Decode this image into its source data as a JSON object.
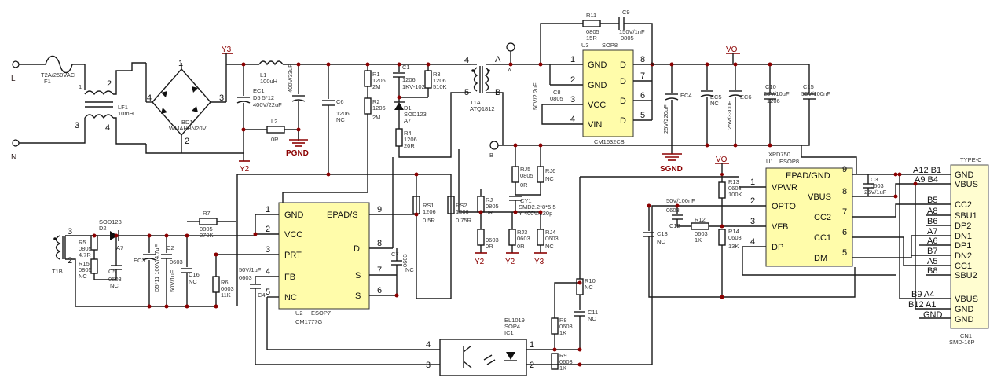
{
  "nets": {
    "L": "L",
    "N": "N",
    "Y3": "Y3",
    "Y2": "Y2",
    "VO": "VO",
    "PGND": "PGND",
    "SGND": "SGND",
    "A": "A",
    "B": "B"
  },
  "input": {
    "f1_value": "T2A/250VAC",
    "f1_ref": "F1",
    "lf1_ref": "LF1",
    "lf1_value": "10mH",
    "bd1_ref": "BD1",
    "bd1_value": "WMAHBN20V",
    "bd1_pin1": "1",
    "bd1_pin2": "2",
    "bd1_pin3": "3",
    "bd1_pin4": "4",
    "lf_pin1": "1",
    "lf_pin2": "2",
    "lf_pin3": "3",
    "lf_pin4": "4"
  },
  "components": {
    "l1_ref": "L1",
    "l1_value": "100uH",
    "ec1_ref": "EC1",
    "ec1_value": "400V/22uF",
    "d5": "D5 5*12",
    "l2": "L2",
    "l2_value": "0R",
    "ec2": "400V/33uF",
    "c6_ref": "C6",
    "c6_pkg": "1206",
    "c6_value": "NC",
    "r1_ref": "R1",
    "r1_pkg": "1206",
    "r1_value": "2M",
    "r2_ref": "R2",
    "r2_pkg": "1206",
    "r2_value": "2M",
    "c1_ref": "C1",
    "c1_pkg": "1206",
    "c1_value": "1KV-102",
    "r3_ref": "R3",
    "r3_pkg": "1206",
    "r3_value": "510K",
    "d1_ref": "D1",
    "d1_pkg": "SOD123",
    "d1_value": "A7",
    "r4_ref": "R4",
    "r4_pkg": "1206",
    "r4_value": "20R",
    "t1_ref": "T1A",
    "t1_value": "ATQ1812",
    "t1_pin4": "4",
    "t1_pin5": "5",
    "r11_ref": "R11",
    "r11_pkg": "0805",
    "r11_value": "15R",
    "c9_ref": "C9",
    "c9_value": "150V/1nF",
    "c9_pkg": "0805",
    "c8_value": "50V/2.2uF",
    "c8_ref": "C8",
    "c8_pkg": "0805",
    "ec4_value": "25V/220uF",
    "ec4_ref": "EC4",
    "ec5_ref": "EC5",
    "ec5_value": "NC",
    "ec6_value": "25V/330uF",
    "ec6_ref": "EC6",
    "c10_value": "25V/10uF",
    "c10_ref": "C10",
    "c10_pkg": "1206",
    "c15_value": "50V/100nF",
    "c15_ref": "C15",
    "rj5_ref": "RJ5",
    "rj5_pkg": "0805",
    "rj5_value": "0R",
    "rj6_ref": "RJ6",
    "rj6_value": "NC",
    "cy1_ref": "CY1",
    "cy1_value": "SMD2.2*8*5.5",
    "cy1_rating": "Y 400V/220p",
    "rj_ref": "RJ",
    "rj_pkg": "0805",
    "rj_value": "0R",
    "rj3_ref": "RJ3",
    "rj3_pkg": "0603",
    "rj3_value": "0R",
    "rj4_ref": "RJ4",
    "rj4_pkg": "0603",
    "rj4_value": "NC",
    "rs1_ref": "RS1",
    "rs1_pkg": "1206",
    "rs1_value": "0.5R",
    "rs2_ref": "RS2",
    "rs2_pkg": "1206",
    "rs2_value": "0.75R",
    "r7_ref": "R7",
    "r7_pkg": "0805",
    "r7_value": "270K",
    "r5_ref": "R5",
    "r5_pkg": "0805",
    "r5_value": "4.7R",
    "r15_ref": "R15",
    "r15_pkg": "0805",
    "r15_value": "NC",
    "d2_ref": "D2",
    "d2_pkg": "SOD123",
    "d2_value": "A7",
    "c5_ref": "C5",
    "c5_pkg": "0603",
    "c5_value": "NC",
    "ec3_ref": "EC3",
    "ec3_value": "D5*11 100V/4.7uF",
    "c2_ref": "C2",
    "c2_pkg": "0603",
    "c2_value": "50V/1uF",
    "c16_ref": "C16",
    "c16_value": "NC",
    "r6_ref": "R6",
    "r6_pkg": "0603",
    "r6_value": "11K",
    "c4_ref": "C4",
    "c4_value": "50V/1uF",
    "c4_pkg": "0603",
    "c7_ref": "C7",
    "c7_pkg": "0603",
    "c7_value": "NC",
    "t1b_ref": "T1B",
    "r10_ref": "R10",
    "r10_value": "NC",
    "c11_ref": "C11",
    "c11_value": "NC",
    "r8_ref": "R8",
    "r8_pkg": "0603",
    "r8_value": "1K",
    "r9_ref": "R9",
    "r9_pkg": "0603",
    "r9_value": "1K",
    "r13_ref": "R13",
    "r13_pkg": "0603",
    "r13_value": "100K",
    "r14_ref": "R14",
    "r14_pkg": "0603",
    "r14_value": "13K",
    "r12_ref": "R12",
    "r12_pkg": "0603",
    "r12_value": "1K",
    "c12_value": "50V/100nF",
    "c12_pkg": "0603",
    "c12_ref": "C12",
    "c13_ref": "C13",
    "c13_value": "NC",
    "c3_ref": "C3",
    "c3_pkg": "0603",
    "c3_value": "25V/1uF"
  },
  "u3": {
    "ref": "U3",
    "pkg": "SOP8",
    "part": "CM1632CB",
    "left_pins": [
      {
        "num": "1",
        "name": "GND"
      },
      {
        "num": "2",
        "name": "GND"
      },
      {
        "num": "3",
        "name": "VCC"
      },
      {
        "num": "4",
        "name": "VIN"
      }
    ],
    "right_pins": [
      {
        "num": "8",
        "name": "D"
      },
      {
        "num": "7",
        "name": "D"
      },
      {
        "num": "6",
        "name": "D"
      },
      {
        "num": "5",
        "name": "D"
      }
    ]
  },
  "u2": {
    "ref": "U2",
    "pkg": "ESOP7",
    "part": "CM1777G",
    "left_pins": [
      {
        "num": "1",
        "name": "GND"
      },
      {
        "num": "2",
        "name": "VCC"
      },
      {
        "num": "3",
        "name": "PRT"
      },
      {
        "num": "4",
        "name": "FB"
      },
      {
        "num": "5",
        "name": "NC"
      }
    ],
    "right_pins": [
      {
        "num": "9",
        "name": "EPAD/S"
      },
      {
        "num": "8",
        "name": "D"
      },
      {
        "num": "7",
        "name": "S"
      },
      {
        "num": "6",
        "name": "S"
      }
    ]
  },
  "u1": {
    "ref": "U1",
    "pkg": "ESOP8",
    "part": "XPD750",
    "left_pins": [
      {
        "num": "1",
        "name": "VPWR"
      },
      {
        "num": "2",
        "name": "OPTO"
      },
      {
        "num": "3",
        "name": "VFB"
      },
      {
        "num": "4",
        "name": "DP"
      }
    ],
    "right_pins": [
      {
        "num": "9",
        "name": "EPAD/GND"
      },
      {
        "num": "8",
        "name": "VBUS"
      },
      {
        "num": "7",
        "name": "CC2"
      },
      {
        "num": "6",
        "name": "CC1"
      },
      {
        "num": "5",
        "name": "DM"
      }
    ]
  },
  "ic1": {
    "ref": "IC1",
    "part": "EL1019",
    "pkg": "SOP4",
    "pin1": "1",
    "pin2": "2",
    "pin3": "3",
    "pin4": "4"
  },
  "cn1": {
    "ref": "CN1",
    "part": "SMD-16P",
    "top_label": "TYPE-C",
    "pins": [
      {
        "num": "A12 B1",
        "name": "GND"
      },
      {
        "num": "A9 B4",
        "name": "VBUS"
      },
      {
        "num": "B5",
        "name": "CC2"
      },
      {
        "num": "A8",
        "name": "SBU1"
      },
      {
        "num": "B6",
        "name": "DP2"
      },
      {
        "num": "A7",
        "name": "DN1"
      },
      {
        "num": "A6",
        "name": "DP1"
      },
      {
        "num": "B7",
        "name": "DN2"
      },
      {
        "num": "A5",
        "name": "CC1"
      },
      {
        "num": "B8",
        "name": "SBU2"
      },
      {
        "num": "B9 A4",
        "name": "VBUS"
      },
      {
        "num": "B12 A1",
        "name": "GND"
      },
      {
        "num": "",
        "name": "GND"
      }
    ]
  }
}
